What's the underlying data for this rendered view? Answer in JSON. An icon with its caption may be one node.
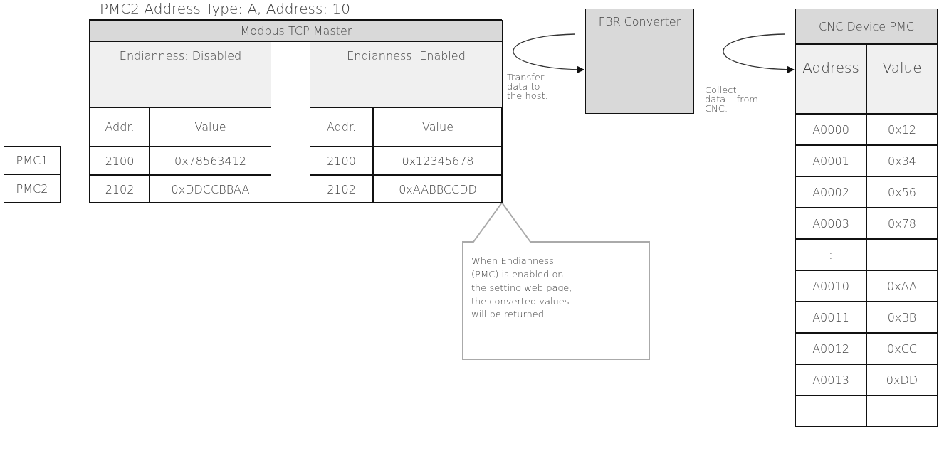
{
  "diagram": {
    "nodes": [
      {
        "text": [
          "Modbus TCP Master"
        ]
      },
      {
        "text": [
          "Endianness: Disabled",
          "Addr.",
          "Value",
          "2100",
          "0x78563412",
          "2102",
          "0xDDCCBBAA"
        ],
        "in": 0
      },
      {
        "text": [
          "Endianness: Enabled",
          "Addr.",
          "Value",
          "2100",
          "0x12345678",
          "2102",
          "0xAABBCCDD"
        ],
        "in": 0
      },
      {
        "text": [
          "FBR Converter"
        ]
      },
      {
        "text": [
          "CNC Device PMC",
          "Address",
          "Value",
          "A0000",
          "0x12",
          "A0001",
          "0x34",
          "A0002",
          "0x56",
          "A0003",
          "0x78",
          ":",
          "A0010",
          "0xAA",
          "A0011",
          "0xBB",
          "A0012",
          "0xCC",
          "A0013",
          "0xDD",
          ":"
        ]
      },
      {
        "text": [
          "When Endianness (PMC) is enabled on the setting web page, the converted values will be returned."
        ]
      }
    ],
    "edges": [
      {
        "from": null,
        "to": 3,
        "arrow": "to",
        "label": "Transfer data to the host."
      },
      {
        "from": null,
        "to": 4,
        "arrow": "to",
        "label": "Collect data from CNC."
      }
    ],
    "labels": [
      "PMC2 Address Type: A, Address: 10",
      "PMC1",
      "PMC2"
    ]
  }
}
